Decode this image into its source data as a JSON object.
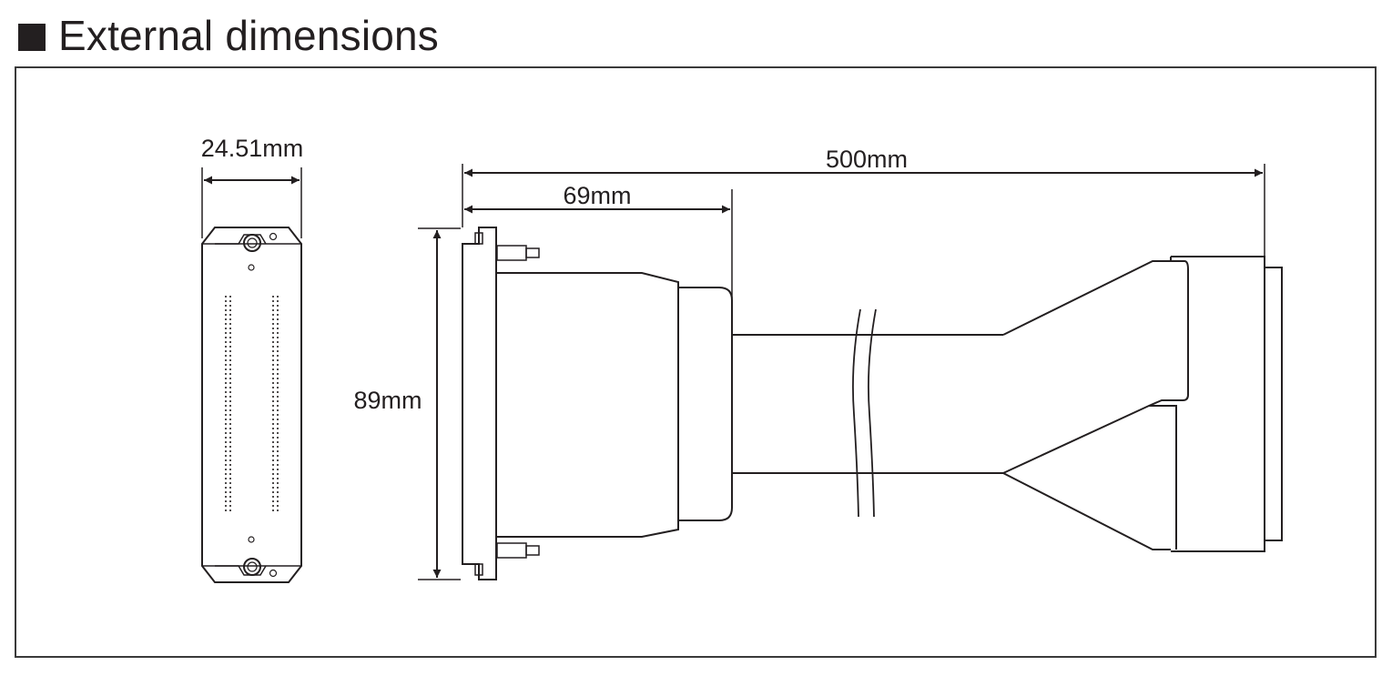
{
  "header": {
    "title": "External dimensions"
  },
  "dimensions": {
    "module_width": "24.51mm",
    "total_length": "500mm",
    "connector_depth": "69mm",
    "height": "89mm"
  }
}
